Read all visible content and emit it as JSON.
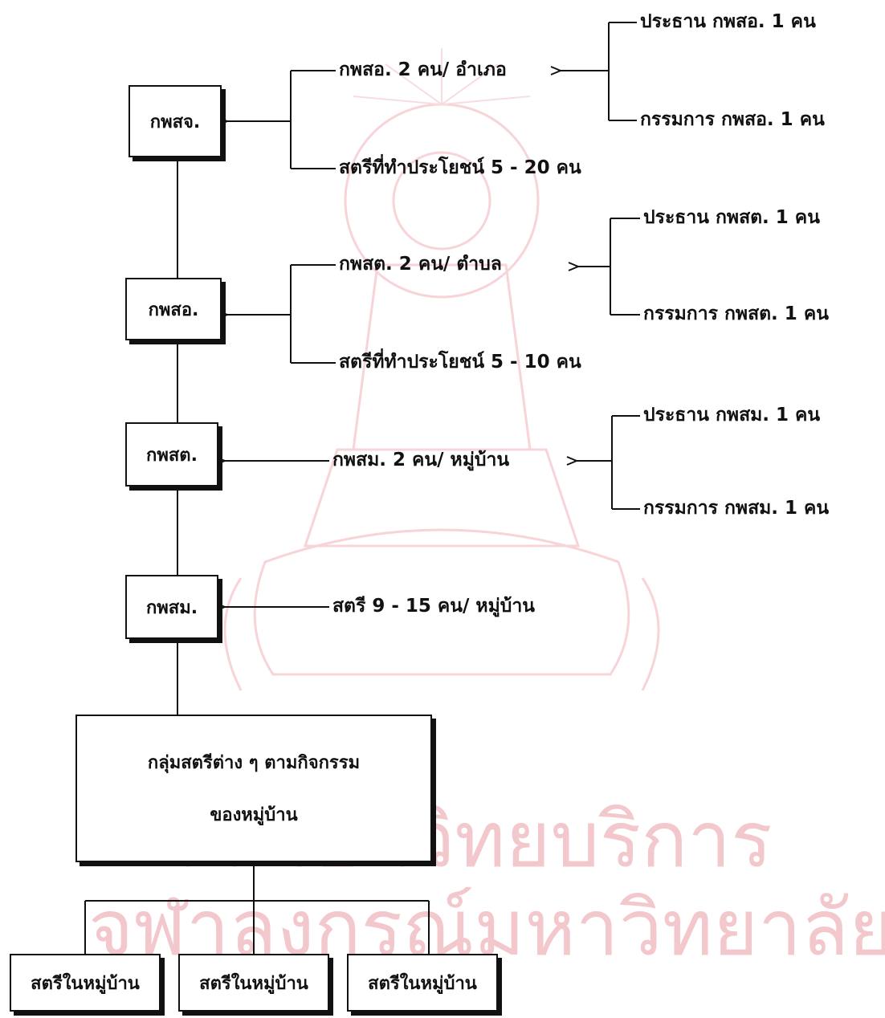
{
  "colors": {
    "line": "#111111",
    "box_border": "#111111",
    "text": "#111111",
    "watermark": "#f3c8cd"
  },
  "watermark": {
    "seal_icon": "university-seal-icon",
    "line1": "สถาบันวิทยบริการ",
    "line2": "จุฬาลงกรณ์มหาวิทยาลัย"
  },
  "boxes": {
    "provincial": "กพสจ.",
    "district": "กพสอ.",
    "subdistrict": "กพสต.",
    "village": "กพสม.",
    "groups_line1": "กลุ่มสตรีต่าง ๆ ตามกิจกรรม",
    "groups_line2": "ของหมู่บ้าน",
    "women_1": "สตรีในหมู่บ้าน",
    "women_2": "สตรีในหมู่บ้าน",
    "women_3": "สตรีในหมู่บ้าน"
  },
  "labels": {
    "l1_rep": "กพสอ.  2  คน/ อำเภอ",
    "l1_useful": "สตรีที่ทำประโยชน์ 5 - 20 คน",
    "l1_chair": "ประธาน กพสอ.  1  คน",
    "l1_member": "กรรมการ กพสอ.  1  คน",
    "l2_rep": "กพสต.  2  คน/ ตำบล",
    "l2_useful": "สตรีที่ทำประโยชน์ 5 - 10 คน",
    "l2_chair": "ประธาน กพสต.  1  คน",
    "l2_member": "กรรมการ กพสต.  1  คน",
    "l3_rep": "กพสม.  2  คน/ หมู่บ้าน",
    "l3_chair": "ประธาน กพสม.  1  คน",
    "l3_member": "กรรมการ กพสม.  1  คน",
    "l4_women": "สตรี  9 - 15  คน/ หมู่บ้าน"
  }
}
